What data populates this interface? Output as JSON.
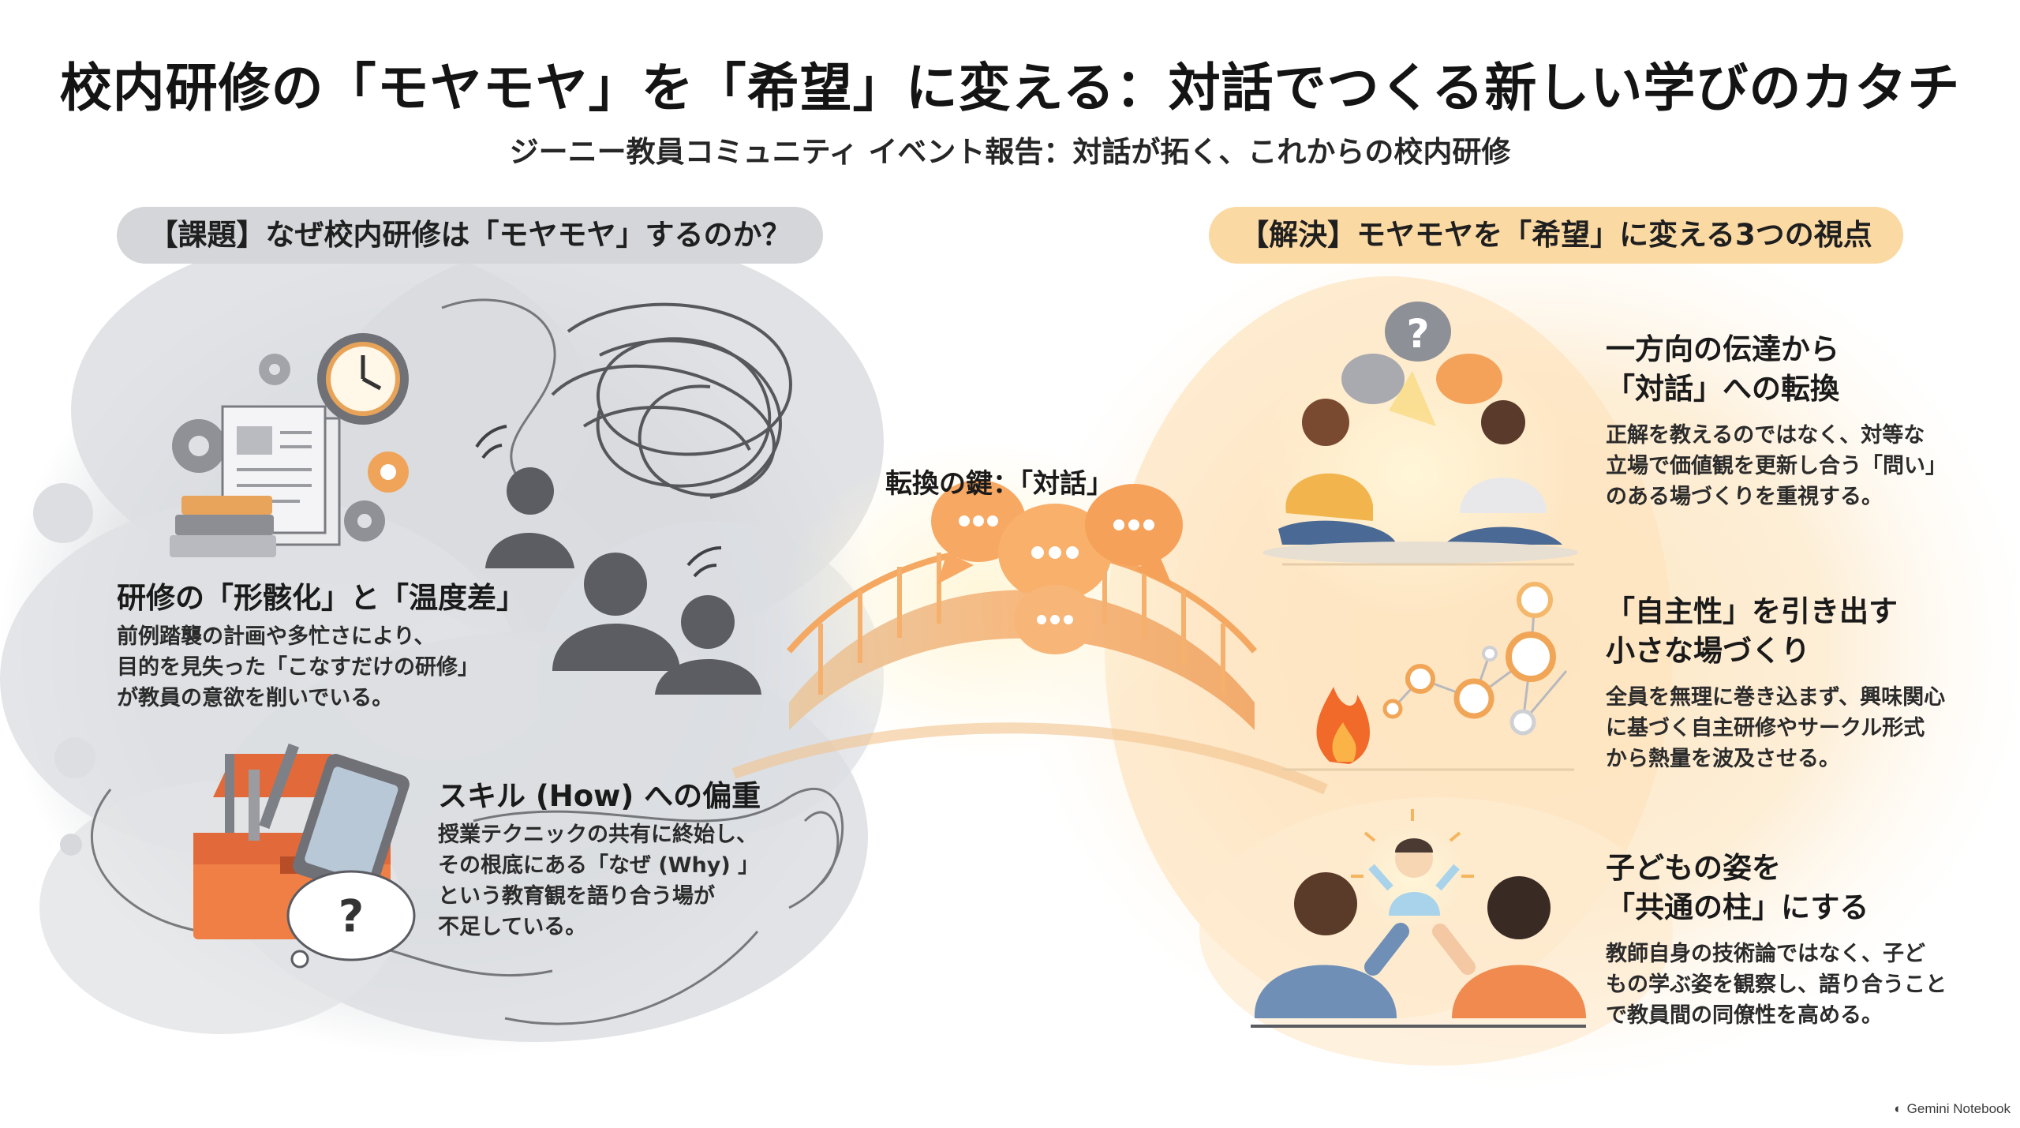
{
  "header": {
    "title": "校内研修の「モヤモヤ」を「希望」に変える：対話でつくる新しい学びのカタチ",
    "subtitle": "ジーニー教員コミュニティ イベント報告：対話が拓く、これからの校内研修"
  },
  "problem": {
    "label": "【課題】なぜ校内研修は「モヤモヤ」するのか？",
    "items": [
      {
        "heading": "研修の「形骸化」と「温度差」",
        "lines": [
          "前例踏襲の計画や多忙さにより、",
          "目的を見失った「こなすだけの研修」",
          "が教員の意欲を削いでいる。"
        ]
      },
      {
        "heading": "スキル (How) への偏重",
        "lines": [
          "授業テクニックの共有に終始し、",
          "その根底にある「なぜ (Why) 」",
          "という教育観を語り合う場が",
          "不足している。"
        ]
      }
    ]
  },
  "bridge": {
    "label": "転換の鍵：「対話」"
  },
  "solution": {
    "label": "【解決】モヤモヤを「希望」に変える3つの視点",
    "items": [
      {
        "heading_lines": [
          "一方向の伝達から",
          "「対話」への転換"
        ],
        "lines": [
          "正解を教えるのではなく、対等な",
          "立場で価値観を更新し合う「問い」",
          "のある場づくりを重視する。"
        ]
      },
      {
        "heading_lines": [
          "「自主性」を引き出す",
          "小さな場づくり"
        ],
        "lines": [
          "全員を無理に巻き込まず、興味関心",
          "に基づく自主研修やサークル形式",
          "から熱量を波及させる。"
        ]
      },
      {
        "heading_lines": [
          "子どもの姿を",
          "「共通の柱」にする"
        ],
        "lines": [
          "教師自身の技術論ではなく、子ど",
          "もの学ぶ姿を観察し、語り合うこと",
          "で教員間の同僚性を高める。"
        ]
      }
    ]
  },
  "watermark": "Gemini Notebook",
  "icons": [
    "gear-icon",
    "clock-icon",
    "document-icon",
    "books-icon",
    "tangle-icon",
    "person-icon",
    "toolbox-icon",
    "tablet-icon",
    "question-icon",
    "speech-bubble-icon",
    "bridge-icon",
    "flame-icon",
    "network-icon",
    "child-icon"
  ],
  "colors": {
    "problem_pill": "#d4d6da",
    "solution_pill": "#fbd9a3",
    "bubble_orange": "#f4a25a",
    "fog_gray": "#c9cbd0",
    "flame": "#f26a2a"
  }
}
